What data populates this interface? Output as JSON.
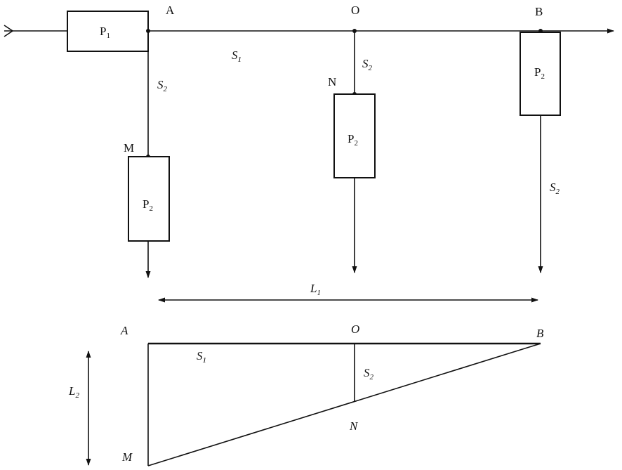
{
  "labels": {
    "point_a": "A",
    "point_o": "O",
    "point_b": "B",
    "point_n": "N",
    "point_m": "M",
    "unit_p1": "P",
    "unit_p1_sub": "1",
    "unit_p2": "P",
    "unit_p2_sub": "2",
    "segment_s": "S",
    "s1_sub": "1",
    "s2_sub": "2",
    "length_l": "L",
    "l1_sub": "1",
    "l2_sub": "2"
  }
}
